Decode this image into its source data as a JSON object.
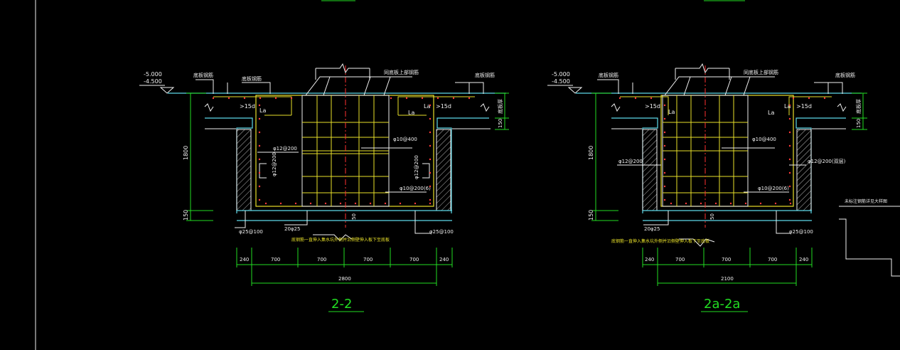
{
  "colors": {
    "background": "#000000",
    "structure": "#f0f0f0",
    "dimension": "#22dd22",
    "rebar": "#e8e02a",
    "cyan": "#5ed8e8",
    "rebar_dot": "#ff3b3b",
    "hatch": "#b8b8b8",
    "center_line": "#ff3030"
  },
  "sections": [
    {
      "title": "2-2",
      "level_top": "-5.000",
      "level_bottom": "-4.500",
      "label_left": "底板钢筋",
      "label_left2": "底板钢筋",
      "label_top": "同底板上部钢筋",
      "label_right": "底板钢筋",
      "anchor_left": ">15d",
      "anchor_right": ">15d",
      "la_left": "La",
      "la_right": "La",
      "right_vert": "底板厚",
      "dim_150_right": "150",
      "dim_1800": "1800",
      "dim_150_left": "150",
      "rebar_left_vert": "φ12@200",
      "rebar_left_horiz": "φ12@200",
      "rebar_right_upper": "φ10@400",
      "rebar_right_vert": "φ12@200",
      "rebar_right_lower": "φ10@200(6)",
      "bottom_left": "φ25@100",
      "bottom_mid": "20φ25",
      "bottom_right": "φ25@100",
      "bottom_50": "50",
      "note": "底钢筋一直伸入集水坑外侧并沿侧壁伸入板下至底板",
      "dims": [
        "240",
        "700",
        "700",
        "700",
        "700",
        "240"
      ],
      "total": "2800"
    },
    {
      "title": "2a-2a",
      "level_top": "-5.000",
      "level_bottom": "-4.500",
      "label_left": "底板钢筋",
      "label_top": "同底板上部钢筋",
      "label_right": "底板钢筋",
      "anchor_left": ">15d",
      "anchor_right": ">15d",
      "la_left": "La",
      "la_right": "La",
      "right_vert": "底板厚",
      "dim_150_right": "150",
      "dim_1800": "1800",
      "dim_150_left": "150",
      "rebar_left_vert": "φ12@200",
      "rebar_right_upper": "φ10@400",
      "rebar_right_vert": "φ12@200(双层)",
      "rebar_right_lower": "φ10@200(6)",
      "bottom_mid": "20φ25",
      "bottom_right": "φ25@100",
      "bottom_50": "50",
      "note": "底钢筋一直伸入集水坑外侧并沿侧壁伸入板下至底板",
      "dims": [
        "240",
        "700",
        "700",
        "700",
        "240"
      ],
      "total": "2100"
    }
  ],
  "side_note": "未标注钢筋详见大样图"
}
